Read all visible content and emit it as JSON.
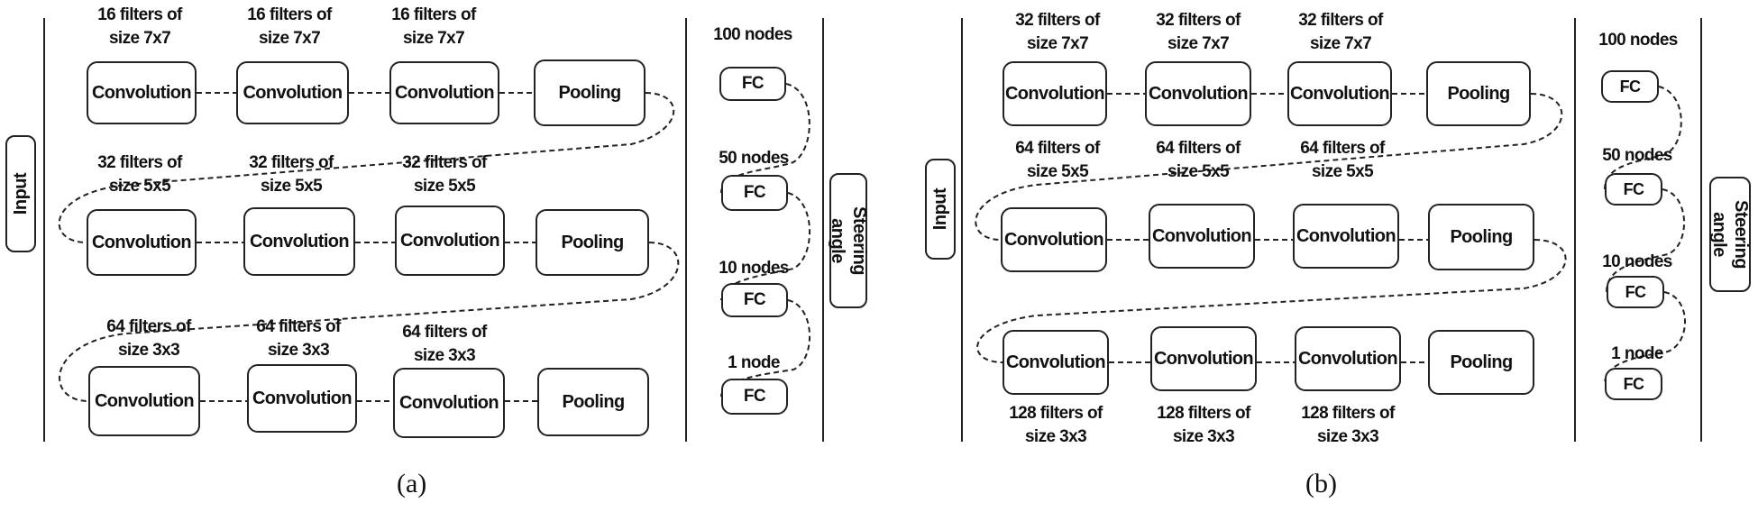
{
  "panel_a": {
    "input_label": "Input",
    "output_label": "Steering\nangle",
    "caption": "(a)",
    "rows": [
      {
        "filters": [
          "16 filters of\nsize 7x7",
          "16 filters of\nsize 7x7",
          "16 filters of\nsize 7x7"
        ],
        "blocks": [
          "Convolution",
          "Convolution",
          "Convolution",
          "Pooling"
        ]
      },
      {
        "filters": [
          "32 filters of\nsize 5x5",
          "32 filters of\nsize 5x5",
          "32 filters of\nsize 5x5"
        ],
        "blocks": [
          "Convolution",
          "Convolution",
          "Convolution",
          "Pooling"
        ]
      },
      {
        "filters": [
          "64 filters of\nsize 3x3",
          "64 filters of\nsize 3x3",
          "64 filters of\nsize 3x3"
        ],
        "blocks": [
          "Convolution",
          "Convolution",
          "Convolution",
          "Pooling"
        ]
      }
    ],
    "fc": [
      {
        "nodes": "100 nodes",
        "label": "FC"
      },
      {
        "nodes": "50 nodes",
        "label": "FC"
      },
      {
        "nodes": "10 nodes",
        "label": "FC"
      },
      {
        "nodes": "1 node",
        "label": "FC"
      }
    ]
  },
  "panel_b": {
    "input_label": "Input",
    "output_label": "Steering\nangle",
    "caption": "(b)",
    "rows": [
      {
        "filters": [
          "32 filters of\nsize 7x7",
          "32 filters of\nsize 7x7",
          "32 filters of\nsize 7x7"
        ],
        "blocks": [
          "Convolution",
          "Convolution",
          "Convolution",
          "Pooling"
        ]
      },
      {
        "filters": [
          "64 filters of\nsize 5x5",
          "64 filters of\nsize 5x5",
          "64 filters of\nsize 5x5"
        ],
        "blocks": [
          "Convolution",
          "Convolution",
          "Convolution",
          "Pooling"
        ]
      },
      {
        "filters": [
          "128 filters of\nsize 3x3",
          "128 filters of\nsize 3x3",
          "128 filters of\nsize 3x3"
        ],
        "blocks": [
          "Convolution",
          "Convolution",
          "Convolution",
          "Pooling"
        ]
      }
    ],
    "fc": [
      {
        "nodes": "100 nodes",
        "label": "FC"
      },
      {
        "nodes": "50 nodes",
        "label": "FC"
      },
      {
        "nodes": "10 nodes",
        "label": "FC"
      },
      {
        "nodes": "1 node",
        "label": "FC"
      }
    ]
  }
}
